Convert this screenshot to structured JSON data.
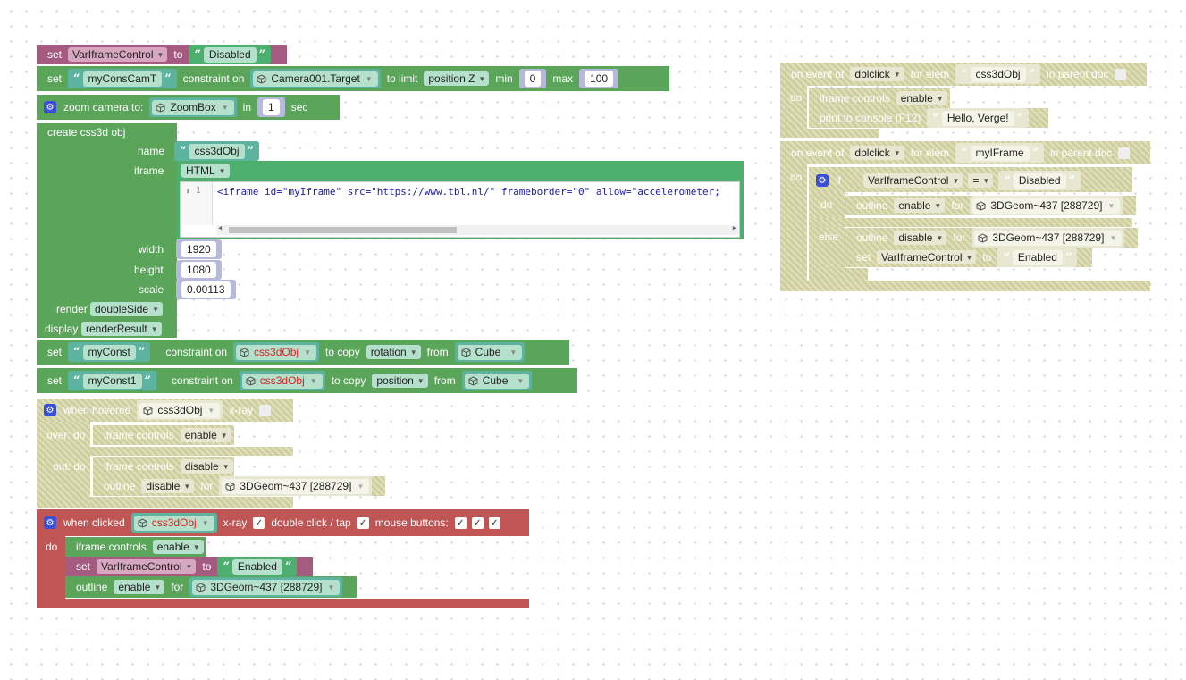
{
  "left": {
    "set_var": {
      "set": "set",
      "var": "VarIframeControl",
      "to": "to",
      "value": "Disabled"
    },
    "constraint": {
      "set": "set",
      "name": "myConsCamT",
      "constraint_on": "constraint on",
      "target": "Camera001.Target",
      "to_limit": "to limit",
      "mode": "position Z",
      "min_label": "min",
      "min": "0",
      "max_label": "max",
      "max": "100"
    },
    "zoom": {
      "label": "zoom camera to:",
      "target": "ZoomBox",
      "in": "in",
      "value": "1",
      "sec": "sec"
    },
    "css3d": {
      "title": "create css3d obj",
      "name_label": "name",
      "name": "css3dObj",
      "iframe_label": "iframe",
      "iframe_mode": "HTML",
      "code_line": "1",
      "code": "<iframe id=\"myIframe\" src=\"https://www.tbl.nl/\" frameborder=\"0\" allow=\"accelerometer;",
      "width_label": "width",
      "width": "1920",
      "height_label": "height",
      "height": "1080",
      "scale_label": "scale",
      "scale": "0.00113",
      "render_label": "render",
      "render": "doubleSide",
      "display_label": "display",
      "display": "renderResult"
    },
    "const1": {
      "set": "set",
      "name": "myConst",
      "constraint_on": "constraint on",
      "obj": "css3dObj",
      "to_copy": "to copy",
      "mode": "rotation",
      "from": "from",
      "source": "Cube"
    },
    "const2": {
      "set": "set",
      "name": "myConst1",
      "constraint_on": "constraint on",
      "obj": "css3dObj",
      "to_copy": "to copy",
      "mode": "position",
      "from": "from",
      "source": "Cube"
    },
    "hover": {
      "label": "when hovered",
      "obj": "css3dObj",
      "xray": "x-ray",
      "over_do": "over: do",
      "over_action": "iframe controls",
      "over_value": "enable",
      "out_do": "out: do",
      "out_action": "iframe controls",
      "out_value": "disable",
      "outline": "outline",
      "outline_value": "disable",
      "for": "for",
      "geom": "3DGeom~437 [288729]"
    },
    "clicked": {
      "label": "when clicked",
      "obj": "css3dObj",
      "xray": "x-ray",
      "dbl": "double click / tap",
      "mouse": "mouse buttons:",
      "do": "do",
      "action1": "iframe controls",
      "action1_value": "enable",
      "set": "set",
      "var": "VarIframeControl",
      "to": "to",
      "var_value": "Enabled",
      "outline": "outline",
      "outline_value": "enable",
      "for": "for",
      "geom": "3DGeom~437 [288729]"
    }
  },
  "right": {
    "event1": {
      "on_event": "on event of",
      "event": "dblclick",
      "for_elem": "for elem",
      "elem": "css3dObj",
      "in_parent": "in parent doc",
      "do": "do",
      "action1": "iframe controls",
      "action1_value": "enable",
      "print": "print to console (F12)",
      "message": "Hello, Verge!"
    },
    "event2": {
      "on_event": "on event of",
      "event": "dblclick",
      "for_elem": "for elem",
      "elem": "myIFrame",
      "in_parent": "in parent doc",
      "do": "do",
      "if": "if",
      "var": "VarIframeControl",
      "op": "=",
      "value": "Disabled",
      "inner_do": "do",
      "outline": "outline",
      "outline_value": "enable",
      "for": "for",
      "geom": "3DGeom~437 [288729]",
      "else": "else",
      "outline2_value": "disable",
      "set": "set",
      "var2": "VarIframeControl",
      "to": "to",
      "var2_value": "Enabled"
    }
  }
}
